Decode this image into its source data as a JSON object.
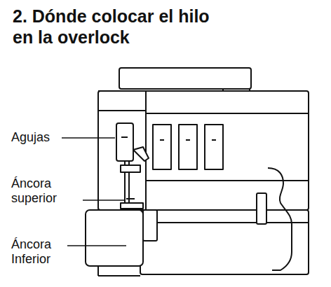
{
  "diagram": {
    "title": "2. Dónde colocar el hilo en la overlock",
    "labels": [
      "Agujas",
      "Áncora superior",
      "Áncora Inferior"
    ]
  }
}
